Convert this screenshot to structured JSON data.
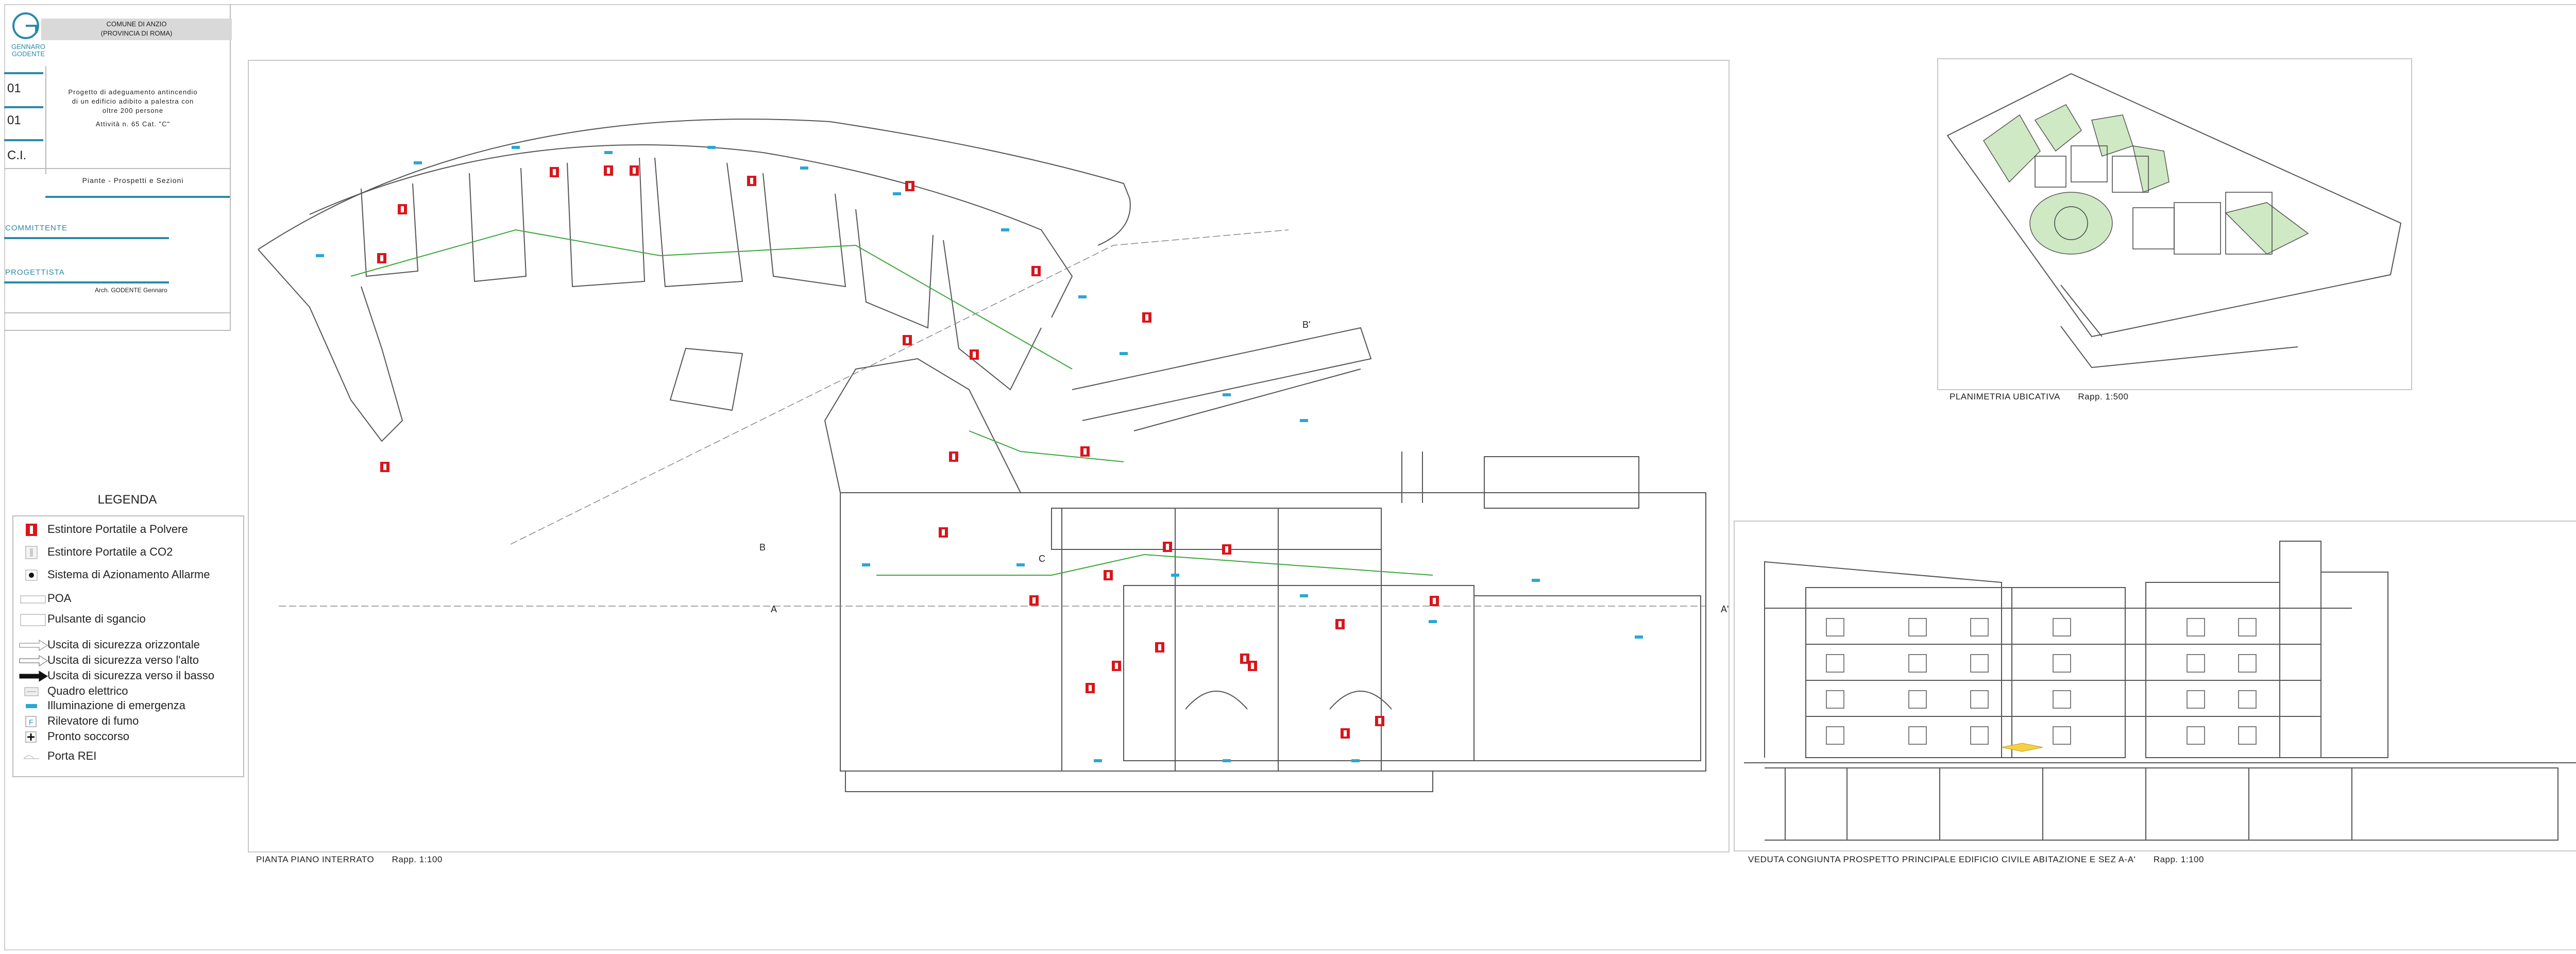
{
  "title_block": {
    "logo_text": "GENNARO GODENTE",
    "municipality_line1": "COMUNE DI ANZIO",
    "municipality_line2": "(PROVINCIA DI ROMA)",
    "sheet_number": "01",
    "revision": "01",
    "code": "C.I.",
    "project_line1": "Progetto di adeguamento antincendio",
    "project_line2": "di un edificio adibito a palestra con",
    "project_line3": "oltre 200 persone",
    "project_line4": "Attività n. 65 Cat. \"C\"",
    "drawing_subject": "Piante - Prospetti e Sezioni",
    "client_label": "COMMITTENTE",
    "designer_label": "PROGETTISTA",
    "designer_name": "Arch. GODENTE Gennaro"
  },
  "legend": {
    "title": "LEGENDA",
    "items": [
      {
        "label": "Estintore Portatile a Polvere",
        "icon": "fire-extinguisher-powder-icon"
      },
      {
        "label": "Estintore Portatile a CO2",
        "icon": "fire-extinguisher-co2-icon"
      },
      {
        "label": "Sistema di Azionamento Allarme",
        "icon": "alarm-trigger-icon"
      },
      {
        "label": "POA",
        "icon": "poa-icon"
      },
      {
        "label": "Pulsante di sgancio",
        "icon": "release-button-icon"
      },
      {
        "label": "Uscita di sicurezza orizzontale",
        "icon": "exit-horizontal-icon"
      },
      {
        "label": "Uscita di sicurezza verso l'alto",
        "icon": "exit-up-icon"
      },
      {
        "label": "Uscita di sicurezza verso il basso",
        "icon": "exit-down-icon"
      },
      {
        "label": "Quadro elettrico",
        "icon": "electric-panel-icon"
      },
      {
        "label": "Illuminazione di emergenza",
        "icon": "emergency-light-icon"
      },
      {
        "label": "Rilevatore di fumo",
        "icon": "smoke-detector-icon"
      },
      {
        "label": "Pronto soccorso",
        "icon": "first-aid-icon"
      },
      {
        "label": "Porta REI",
        "icon": "rei-door-icon"
      }
    ]
  },
  "plans": {
    "floor_plan_caption": "PIANTA PIANO INTERRATO",
    "floor_plan_scale": "Rapp. 1:100",
    "site_plan_caption": "PLANIMETRIA UBICATIVA",
    "site_plan_scale": "Rapp. 1:500",
    "elevation_caption": "VEDUTA CONGIUNTA PROSPETTO PRINCIPALE EDIFICIO CIVILE ABITAZIONE E SEZ A-A'",
    "elevation_scale": "Rapp. 1:100",
    "section_a": "A",
    "section_a_prime": "A'",
    "section_b": "B",
    "section_b_prime": "B'",
    "section_c": "C"
  },
  "colors": {
    "accent": "#2b8aa6",
    "extinguisher": "#d9161c",
    "green_area": "#cfe9c4",
    "emergency_light": "#2aa7d6",
    "green_route": "#3aa63a"
  }
}
